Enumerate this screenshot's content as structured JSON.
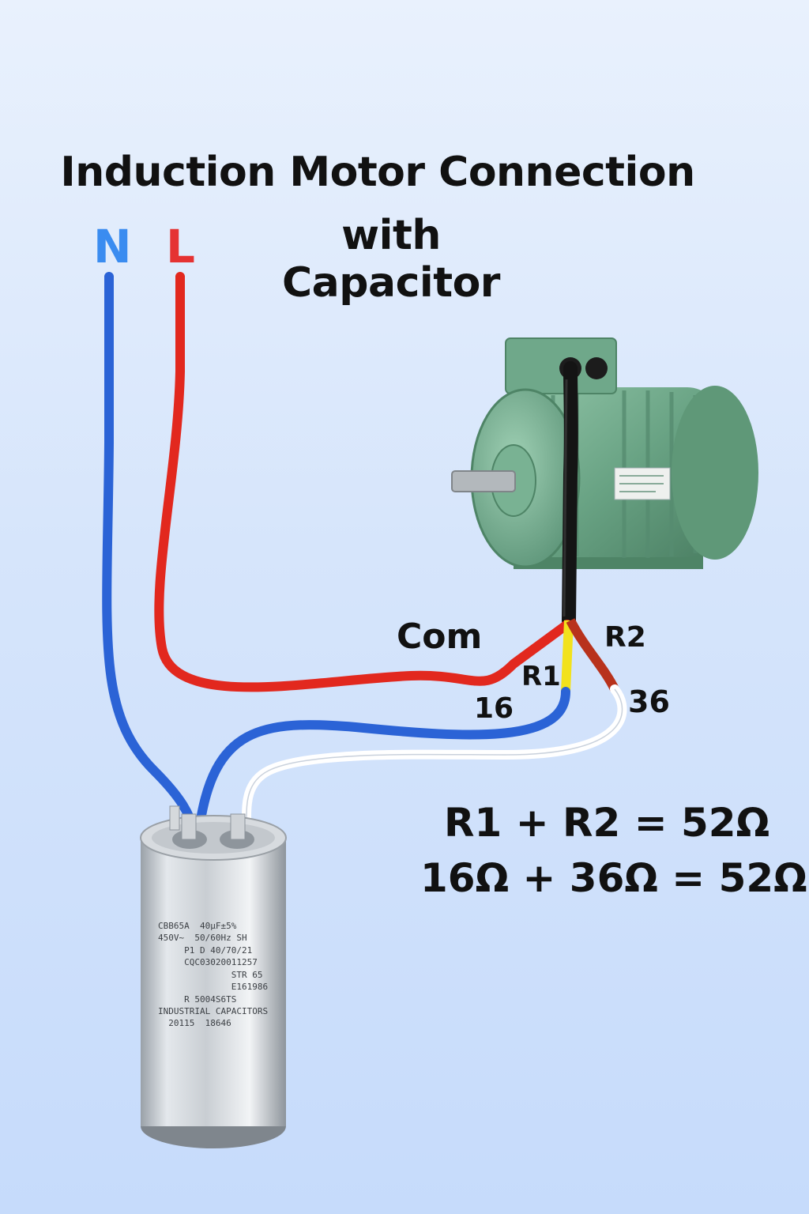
{
  "title": {
    "line1": "Induction Motor Connection",
    "line2": "with Capacitor"
  },
  "terminals": {
    "neutral": "N",
    "line": "L"
  },
  "wire_labels": {
    "common": "Com",
    "winding1": "R1",
    "winding2": "R2",
    "winding1_value": "16",
    "winding2_value": "36"
  },
  "equations": {
    "line1": "R1 + R2 = 52Ω",
    "line2": "16Ω + 36Ω = 52Ω"
  },
  "capacitor_label": {
    "row1": "CBB65A  40µF±5%",
    "row2": "450V~  50/60Hz SH",
    "row3": "     P1 D 40/70/21",
    "row4": "     CQC03020011257",
    "row5": "              STR 65",
    "row6": "              E161986",
    "row7": "     R 5004S6TS",
    "row8": "INDUSTRIAL CAPACITORS",
    "row9": "  20115  18646"
  },
  "colors": {
    "neutral_wire": "#2b63d6",
    "line_wire": "#e2281e",
    "r1_wire": "#f2e21c",
    "r2_wire": "#b8321c",
    "cap_wire": "#ffffff",
    "motor_body": "#6fa88a",
    "motor_cable": "#141414"
  }
}
